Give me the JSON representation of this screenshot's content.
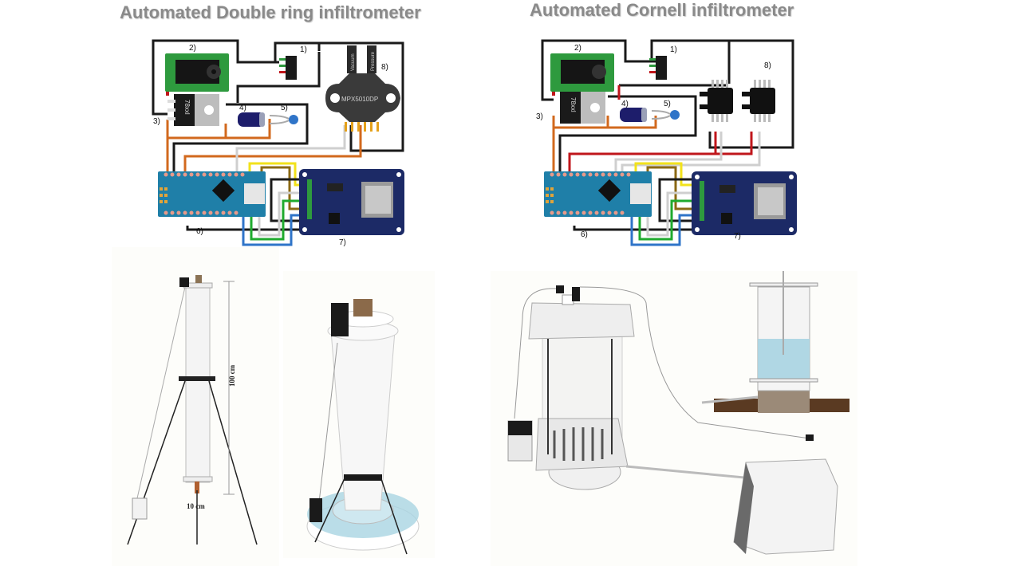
{
  "titles": {
    "left": "Automated Double ring infiltrometer",
    "right": "Automated Cornell infiltrometer"
  },
  "left_circuit": {
    "labels": {
      "switch": "1)",
      "dc_jack": "2)",
      "regulator": "3)",
      "capacitor_electrolytic": "4)",
      "capacitor_ceramic": "5)",
      "arduino_nano": "6)",
      "sd_module": "7)",
      "pressure_sensor": "8)"
    },
    "regulator_text": "78xxl",
    "sensor_model": "MPX5010DP",
    "sensor_port_vacuum": "Vacuum",
    "sensor_port_pressure": "Pressure"
  },
  "right_circuit": {
    "labels": {
      "switch": "1)",
      "dc_jack": "2)",
      "regulator": "3)",
      "capacitor_electrolytic": "4)",
      "capacitor_ceramic": "5)",
      "arduino_nano": "6)",
      "sd_module": "7)",
      "pressure_sensors": "8)"
    },
    "regulator_text": "78xxl"
  },
  "double_ring_illustration": {
    "height_dimension": "100 cm",
    "width_dimension": "10 cm"
  },
  "colors": {
    "title": "#8a8a8a",
    "wire_black": "#1a1a1a",
    "wire_red": "#c0161b",
    "wire_orange": "#d2691e",
    "wire_yellow": "#f2e21b",
    "wire_brown": "#8b6914",
    "wire_green": "#1faa2e",
    "wire_blue": "#2f74c8",
    "wire_white": "#e8e8e8",
    "pcb_green": "#2e9a3e",
    "arduino_blue": "#1f7fa8",
    "sd_navy": "#1c2a66",
    "water": "#a9d4e2",
    "soil": "#5a3a22"
  }
}
